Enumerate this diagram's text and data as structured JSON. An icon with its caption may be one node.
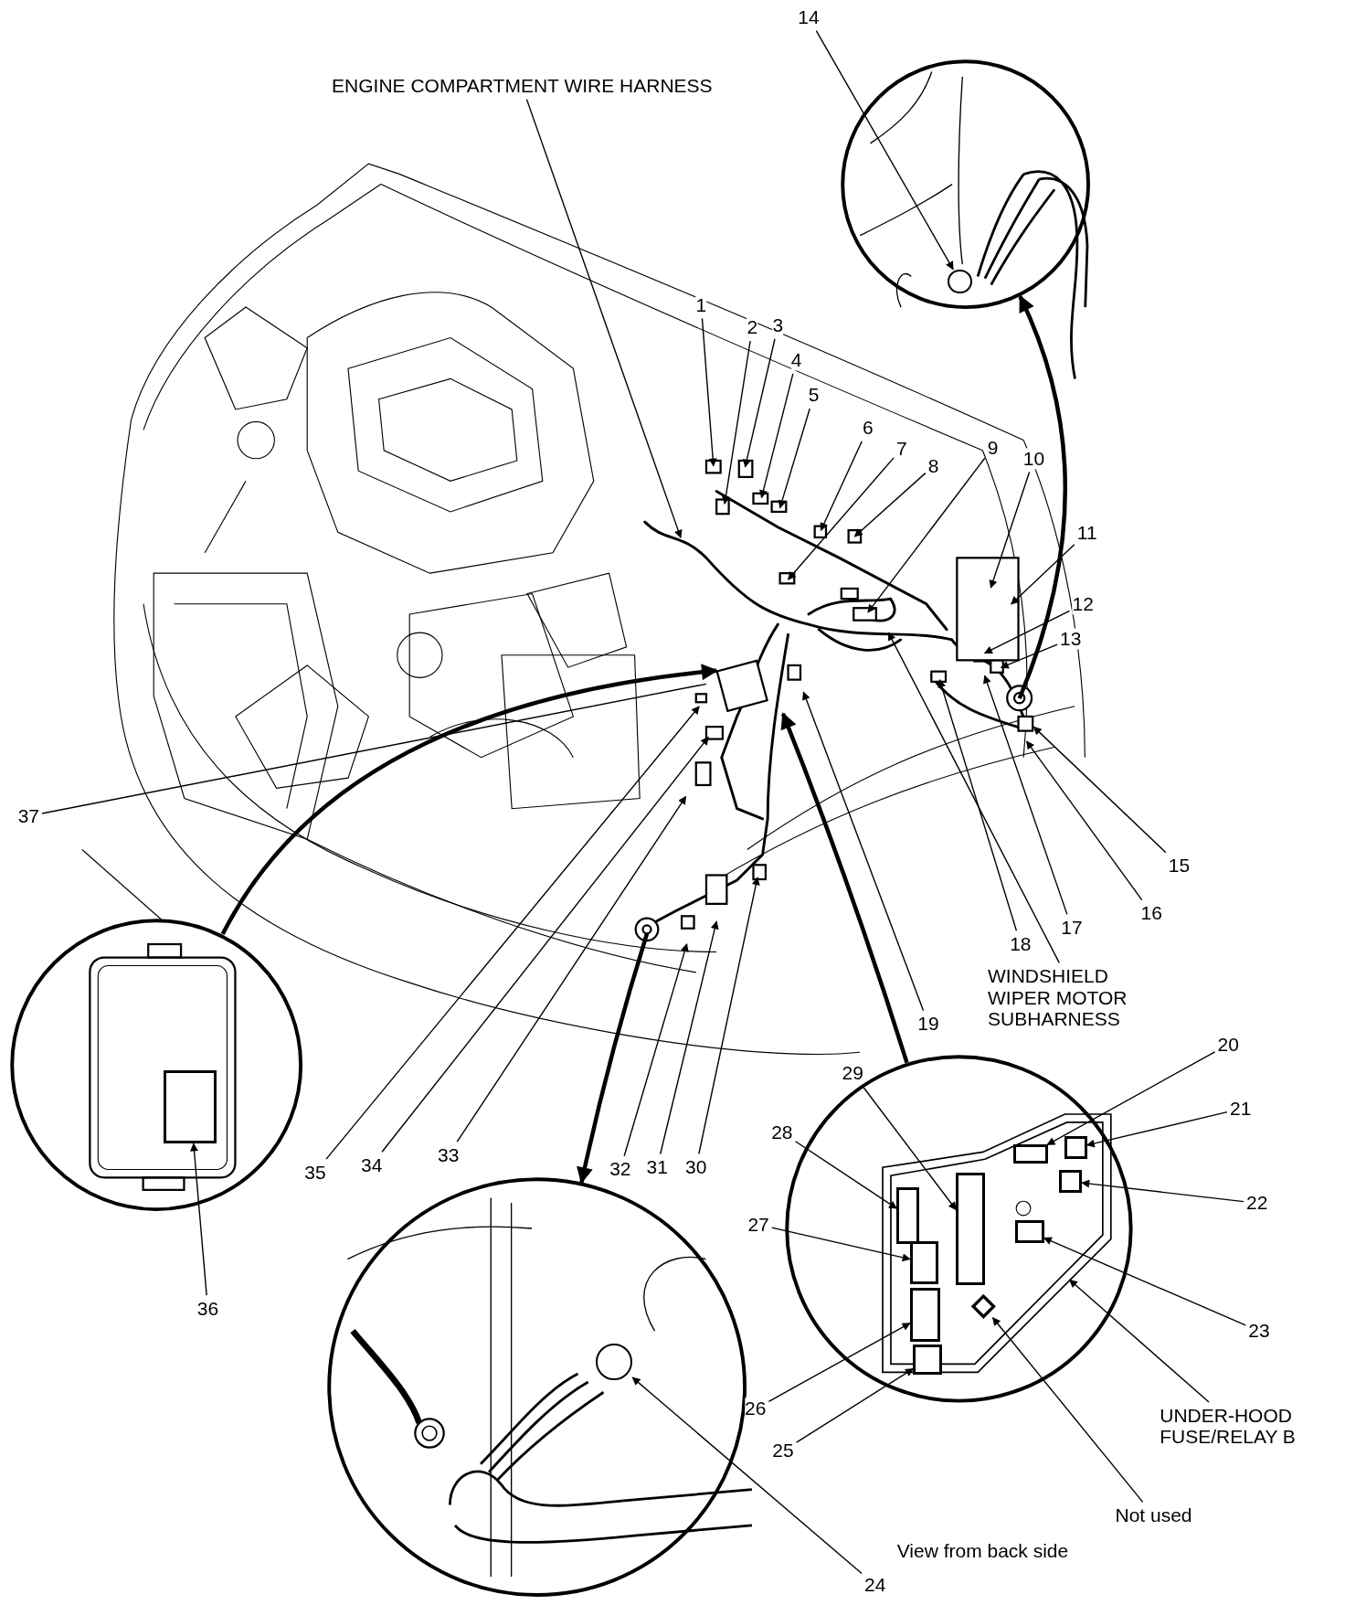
{
  "diagram": {
    "nodes": [
      {
        "text": [
          "14"
        ]
      },
      {
        "text": [
          "ENGINE COMPARTMENT WIRE HARNESS"
        ]
      },
      {
        "text": [],
        "shape": "circle"
      },
      {
        "text": [
          "1"
        ]
      },
      {
        "text": [
          "2"
        ]
      },
      {
        "text": [
          "3"
        ]
      },
      {
        "text": [
          "4"
        ]
      },
      {
        "text": [
          "5"
        ]
      },
      {
        "text": [
          "6"
        ]
      },
      {
        "text": [
          "7"
        ]
      },
      {
        "text": [
          "8"
        ]
      },
      {
        "text": [
          "9"
        ]
      },
      {
        "text": [
          "10"
        ]
      },
      {
        "text": [
          "11"
        ]
      },
      {
        "text": [
          "12"
        ]
      },
      {
        "text": [
          "13"
        ]
      },
      {
        "text": [
          "37"
        ]
      },
      {
        "text": [
          "15"
        ]
      },
      {
        "text": [
          "16"
        ]
      },
      {
        "text": [
          "17"
        ]
      },
      {
        "text": [
          "18"
        ]
      },
      {
        "text": [
          "19"
        ]
      },
      {
        "text": [
          "WINDSHIELD WIPER MOTOR SUBHARNESS"
        ]
      },
      {
        "text": [],
        "shape": "circle"
      },
      {
        "text": [
          "35"
        ]
      },
      {
        "text": [
          "34"
        ]
      },
      {
        "text": [
          "33"
        ]
      },
      {
        "text": [
          "32"
        ]
      },
      {
        "text": [
          "31"
        ]
      },
      {
        "text": [
          "30"
        ]
      },
      {
        "text": [
          "20"
        ]
      },
      {
        "text": [
          "29"
        ]
      },
      {
        "text": [
          "21"
        ]
      },
      {
        "text": [
          "28"
        ]
      },
      {
        "text": [
          "22"
        ]
      },
      {
        "text": [
          "27"
        ]
      },
      {
        "text": [],
        "shape": "circle"
      },
      {
        "text": [
          "36"
        ]
      },
      {
        "text": [],
        "shape": "circle"
      },
      {
        "text": [
          "23"
        ]
      },
      {
        "text": [
          "26"
        ]
      },
      {
        "text": [
          "25"
        ]
      },
      {
        "text": [
          "UNDER-HOOD FUSE/RELAY B"
        ]
      },
      {
        "text": [
          "Not used"
        ]
      },
      {
        "text": [
          "24"
        ]
      },
      {
        "text": [],
        "shape": "circle",
        "in": 2
      },
      {
        "text": [],
        "shape": "box",
        "in": 23
      },
      {
        "text": [],
        "shape": "box",
        "in": 36
      },
      {
        "text": [],
        "shape": "box",
        "in": 47
      },
      {
        "text": [],
        "shape": "box",
        "in": 47
      },
      {
        "text": [],
        "shape": "box",
        "in": 47
      },
      {
        "text": [],
        "shape": "box",
        "in": 47
      },
      {
        "text": [],
        "shape": "box",
        "in": 47
      },
      {
        "text": [],
        "shape": "box",
        "in": 47
      },
      {
        "text": [],
        "shape": "box",
        "in": 47
      },
      {
        "text": [],
        "shape": "box",
        "in": 47
      },
      {
        "text": [],
        "shape": "box",
        "in": 47
      },
      {
        "text": [],
        "shape": "diamond",
        "in": 47
      },
      {
        "text": [],
        "shape": "circle",
        "in": 38
      }
    ],
    "edges": [
      {
        "from": 0,
        "to": 45,
        "arrow": "to"
      },
      {
        "from": 1,
        "to": null,
        "arrow": "to"
      },
      {
        "from": null,
        "to": 2,
        "arrow": "to",
        "style": "thick"
      },
      {
        "from": 3,
        "to": null,
        "arrow": "to"
      },
      {
        "from": 4,
        "to": null,
        "arrow": "to"
      },
      {
        "from": 5,
        "to": null,
        "arrow": "to"
      },
      {
        "from": 6,
        "to": null,
        "arrow": "to"
      },
      {
        "from": 7,
        "to": null,
        "arrow": "to"
      },
      {
        "from": 8,
        "to": null,
        "arrow": "to"
      },
      {
        "from": 9,
        "to": null,
        "arrow": "to"
      },
      {
        "from": 10,
        "to": null,
        "arrow": "to"
      },
      {
        "from": 11,
        "to": null,
        "arrow": "to"
      },
      {
        "from": 12,
        "to": null,
        "arrow": "to"
      },
      {
        "from": 13,
        "to": null,
        "arrow": "to"
      },
      {
        "from": 14,
        "to": null,
        "arrow": "to"
      },
      {
        "from": 15,
        "to": null,
        "arrow": "to"
      },
      {
        "from": 16,
        "to": null,
        "arrow": "none"
      },
      {
        "from": 17,
        "to": null,
        "arrow": "to"
      },
      {
        "from": 18,
        "to": null,
        "arrow": "to"
      },
      {
        "from": 19,
        "to": null,
        "arrow": "to"
      },
      {
        "from": 20,
        "to": null,
        "arrow": "to"
      },
      {
        "from": 21,
        "to": null,
        "arrow": "to"
      },
      {
        "from": 22,
        "to": null,
        "arrow": "to"
      },
      {
        "from": 23,
        "to": null,
        "arrow": "to",
        "style": "thick"
      },
      {
        "from": 24,
        "to": null,
        "arrow": "to"
      },
      {
        "from": 25,
        "to": null,
        "arrow": "to"
      },
      {
        "from": 26,
        "to": null,
        "arrow": "to"
      },
      {
        "from": 27,
        "to": null,
        "arrow": "to"
      },
      {
        "from": 28,
        "to": null,
        "arrow": "to"
      },
      {
        "from": 29,
        "to": null,
        "arrow": "to"
      },
      {
        "from": 30,
        "to": 48,
        "arrow": "to"
      },
      {
        "from": 31,
        "to": 49,
        "arrow": "to"
      },
      {
        "from": 32,
        "to": 50,
        "arrow": "to"
      },
      {
        "from": 33,
        "to": 51,
        "arrow": "to"
      },
      {
        "from": 34,
        "to": 52,
        "arrow": "to"
      },
      {
        "from": 35,
        "to": 53,
        "arrow": "to"
      },
      {
        "from": 36,
        "to": null,
        "arrow": "to",
        "style": "thick"
      },
      {
        "from": 37,
        "to": 46,
        "arrow": "to"
      },
      {
        "from": null,
        "to": 38,
        "arrow": "to",
        "style": "thick"
      },
      {
        "from": 39,
        "to": 54,
        "arrow": "to"
      },
      {
        "from": 40,
        "to": 55,
        "arrow": "to"
      },
      {
        "from": 41,
        "to": 56,
        "arrow": "to"
      },
      {
        "from": 42,
        "to": 47,
        "arrow": "to"
      },
      {
        "from": 43,
        "to": 57,
        "arrow": "to"
      },
      {
        "from": 44,
        "to": 58,
        "arrow": "to"
      }
    ],
    "labels": [
      "View from back side"
    ]
  }
}
